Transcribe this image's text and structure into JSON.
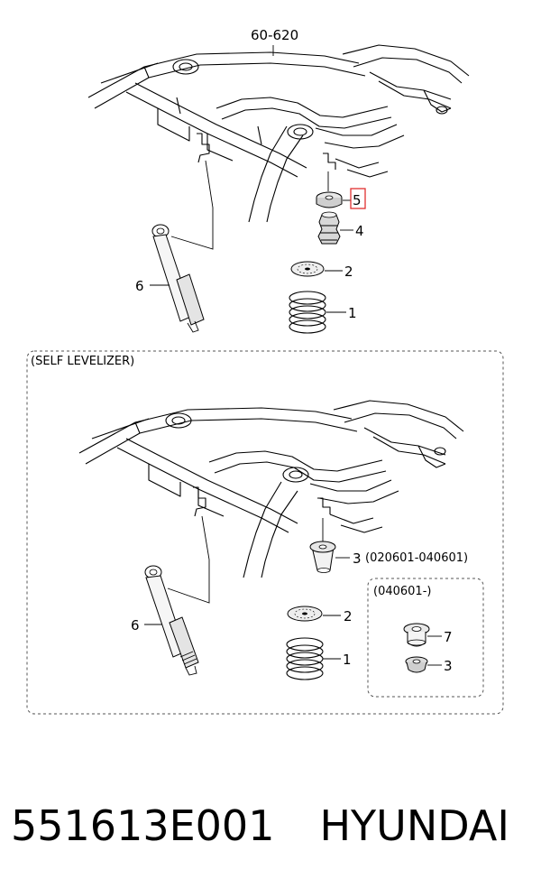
{
  "diagram": {
    "ref_code": "60-620",
    "upper": {
      "callouts": {
        "c5": "5",
        "c4": "4",
        "c2": "2",
        "c1": "1",
        "c6": "6"
      },
      "highlight_color": "#e03030"
    },
    "lower": {
      "title": "(SELF LEVELIZER)",
      "callouts": {
        "c3": "3",
        "c3_range": "(020601-040601)",
        "c2": "2",
        "c1": "1",
        "c6": "6"
      },
      "inset": {
        "title": "(040601-)",
        "callouts": {
          "c7": "7",
          "c3": "3"
        }
      }
    }
  },
  "footer": {
    "part_number": "551613E001",
    "brand": "HYUNDAI"
  }
}
